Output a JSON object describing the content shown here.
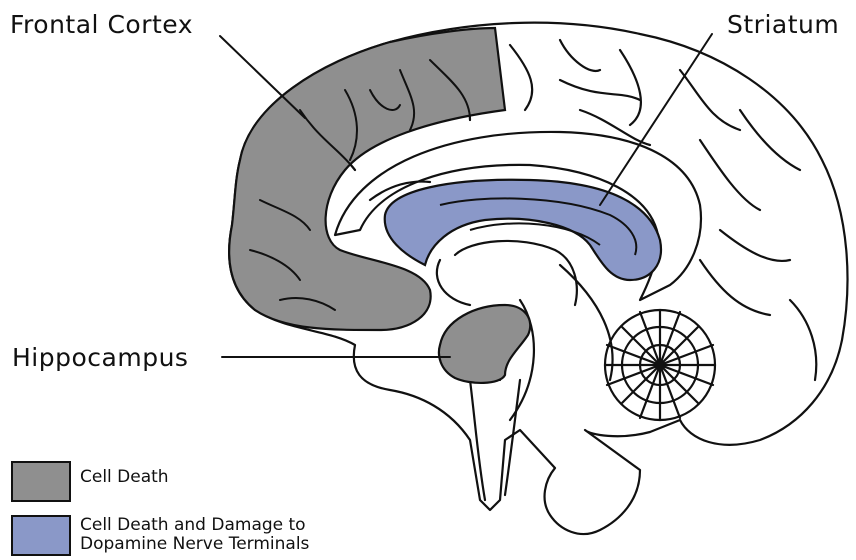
{
  "labels": {
    "frontal_cortex": "Frontal Cortex",
    "striatum": "Striatum",
    "hippocampus": "Hippocampus"
  },
  "legend": {
    "cell_death": "Cell Death",
    "cell_death_damage_line1": "Cell Death and Damage to",
    "cell_death_damage_line2": "Dopamine Nerve Terminals"
  },
  "colors": {
    "cell_death": "#8f8f8f",
    "dopamine_damage": "#8a98c8",
    "outline": "#111111",
    "background": "#ffffff"
  }
}
